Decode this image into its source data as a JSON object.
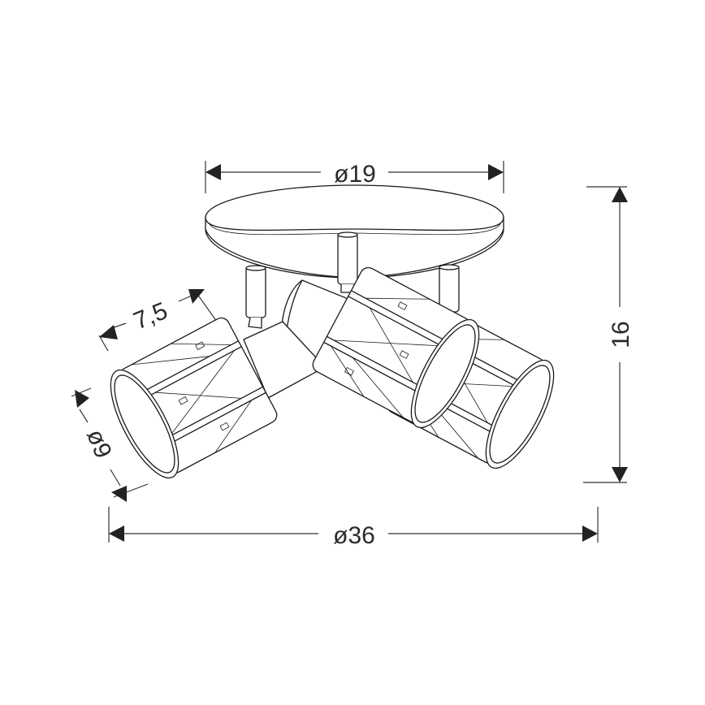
{
  "diagram": {
    "subject": "3-light ceiling spotlight with round canopy and faceted cage shades",
    "stroke_color": "#1a1a1a",
    "background": "#ffffff",
    "dimensions": {
      "canopy_diameter": {
        "label": "ø19",
        "value": 19,
        "unit": "cm"
      },
      "total_height": {
        "label": "16",
        "value": 16,
        "unit": "cm"
      },
      "total_diameter": {
        "label": "ø36",
        "value": 36,
        "unit": "cm"
      },
      "shade_length": {
        "label": "7,5",
        "value": 7.5,
        "unit": "cm"
      },
      "shade_diameter": {
        "label": "ø9",
        "value": 9,
        "unit": "cm"
      }
    },
    "components": [
      {
        "name": "canopy",
        "description": "round ceiling plate"
      },
      {
        "name": "arm-left",
        "description": "short post with swivel"
      },
      {
        "name": "arm-middle",
        "description": "short post with swivel"
      },
      {
        "name": "arm-right",
        "description": "short post with swivel"
      },
      {
        "name": "shade-left",
        "description": "cylindrical cage shade with faceted panels"
      },
      {
        "name": "shade-middle",
        "description": "cylindrical cage shade with faceted panels"
      },
      {
        "name": "shade-right",
        "description": "cylindrical cage shade with faceted panels"
      }
    ]
  }
}
